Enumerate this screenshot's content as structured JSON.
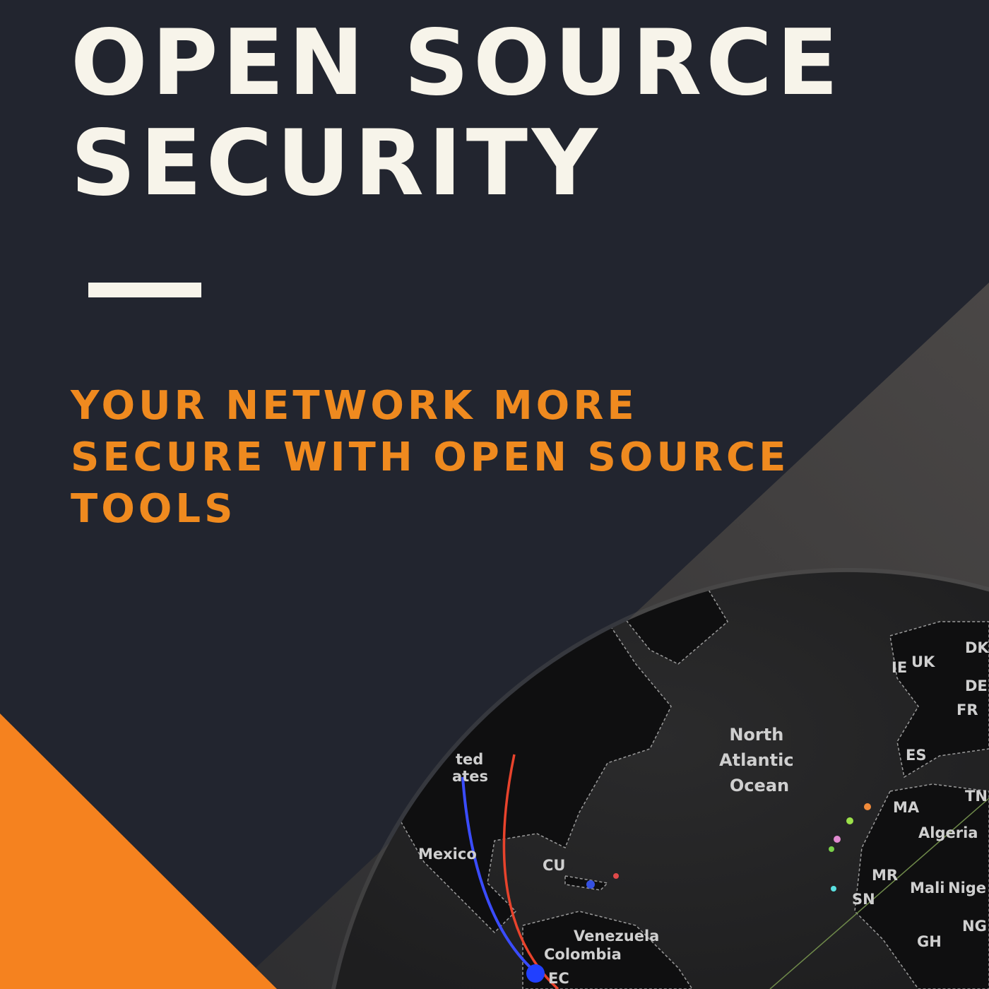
{
  "title": {
    "line1": "OPEN SOURCE",
    "line2": "SECURITY"
  },
  "subtitle": {
    "line1": "YOUR NETWORK MORE",
    "line2": "SECURE WITH OPEN SOURCE",
    "line3": "TOOLS"
  },
  "colors": {
    "background": "#22252f",
    "accent": "#f5821f",
    "title": "#f7f4ea",
    "subtitle": "#ef8a1f",
    "band": "#3b3a3b"
  },
  "map": {
    "ocean_label": [
      "North",
      "Atlantic",
      "Ocean"
    ],
    "labels": [
      "ted",
      "ates",
      "Mexico",
      "CU",
      "Venezuela",
      "Colombia",
      "EC",
      "IE",
      "UK",
      "FR",
      "ES",
      "MA",
      "Algeria",
      "MR",
      "SN",
      "Mali",
      "Nige",
      "NG",
      "GH",
      "DK",
      "DE",
      "TN"
    ]
  }
}
